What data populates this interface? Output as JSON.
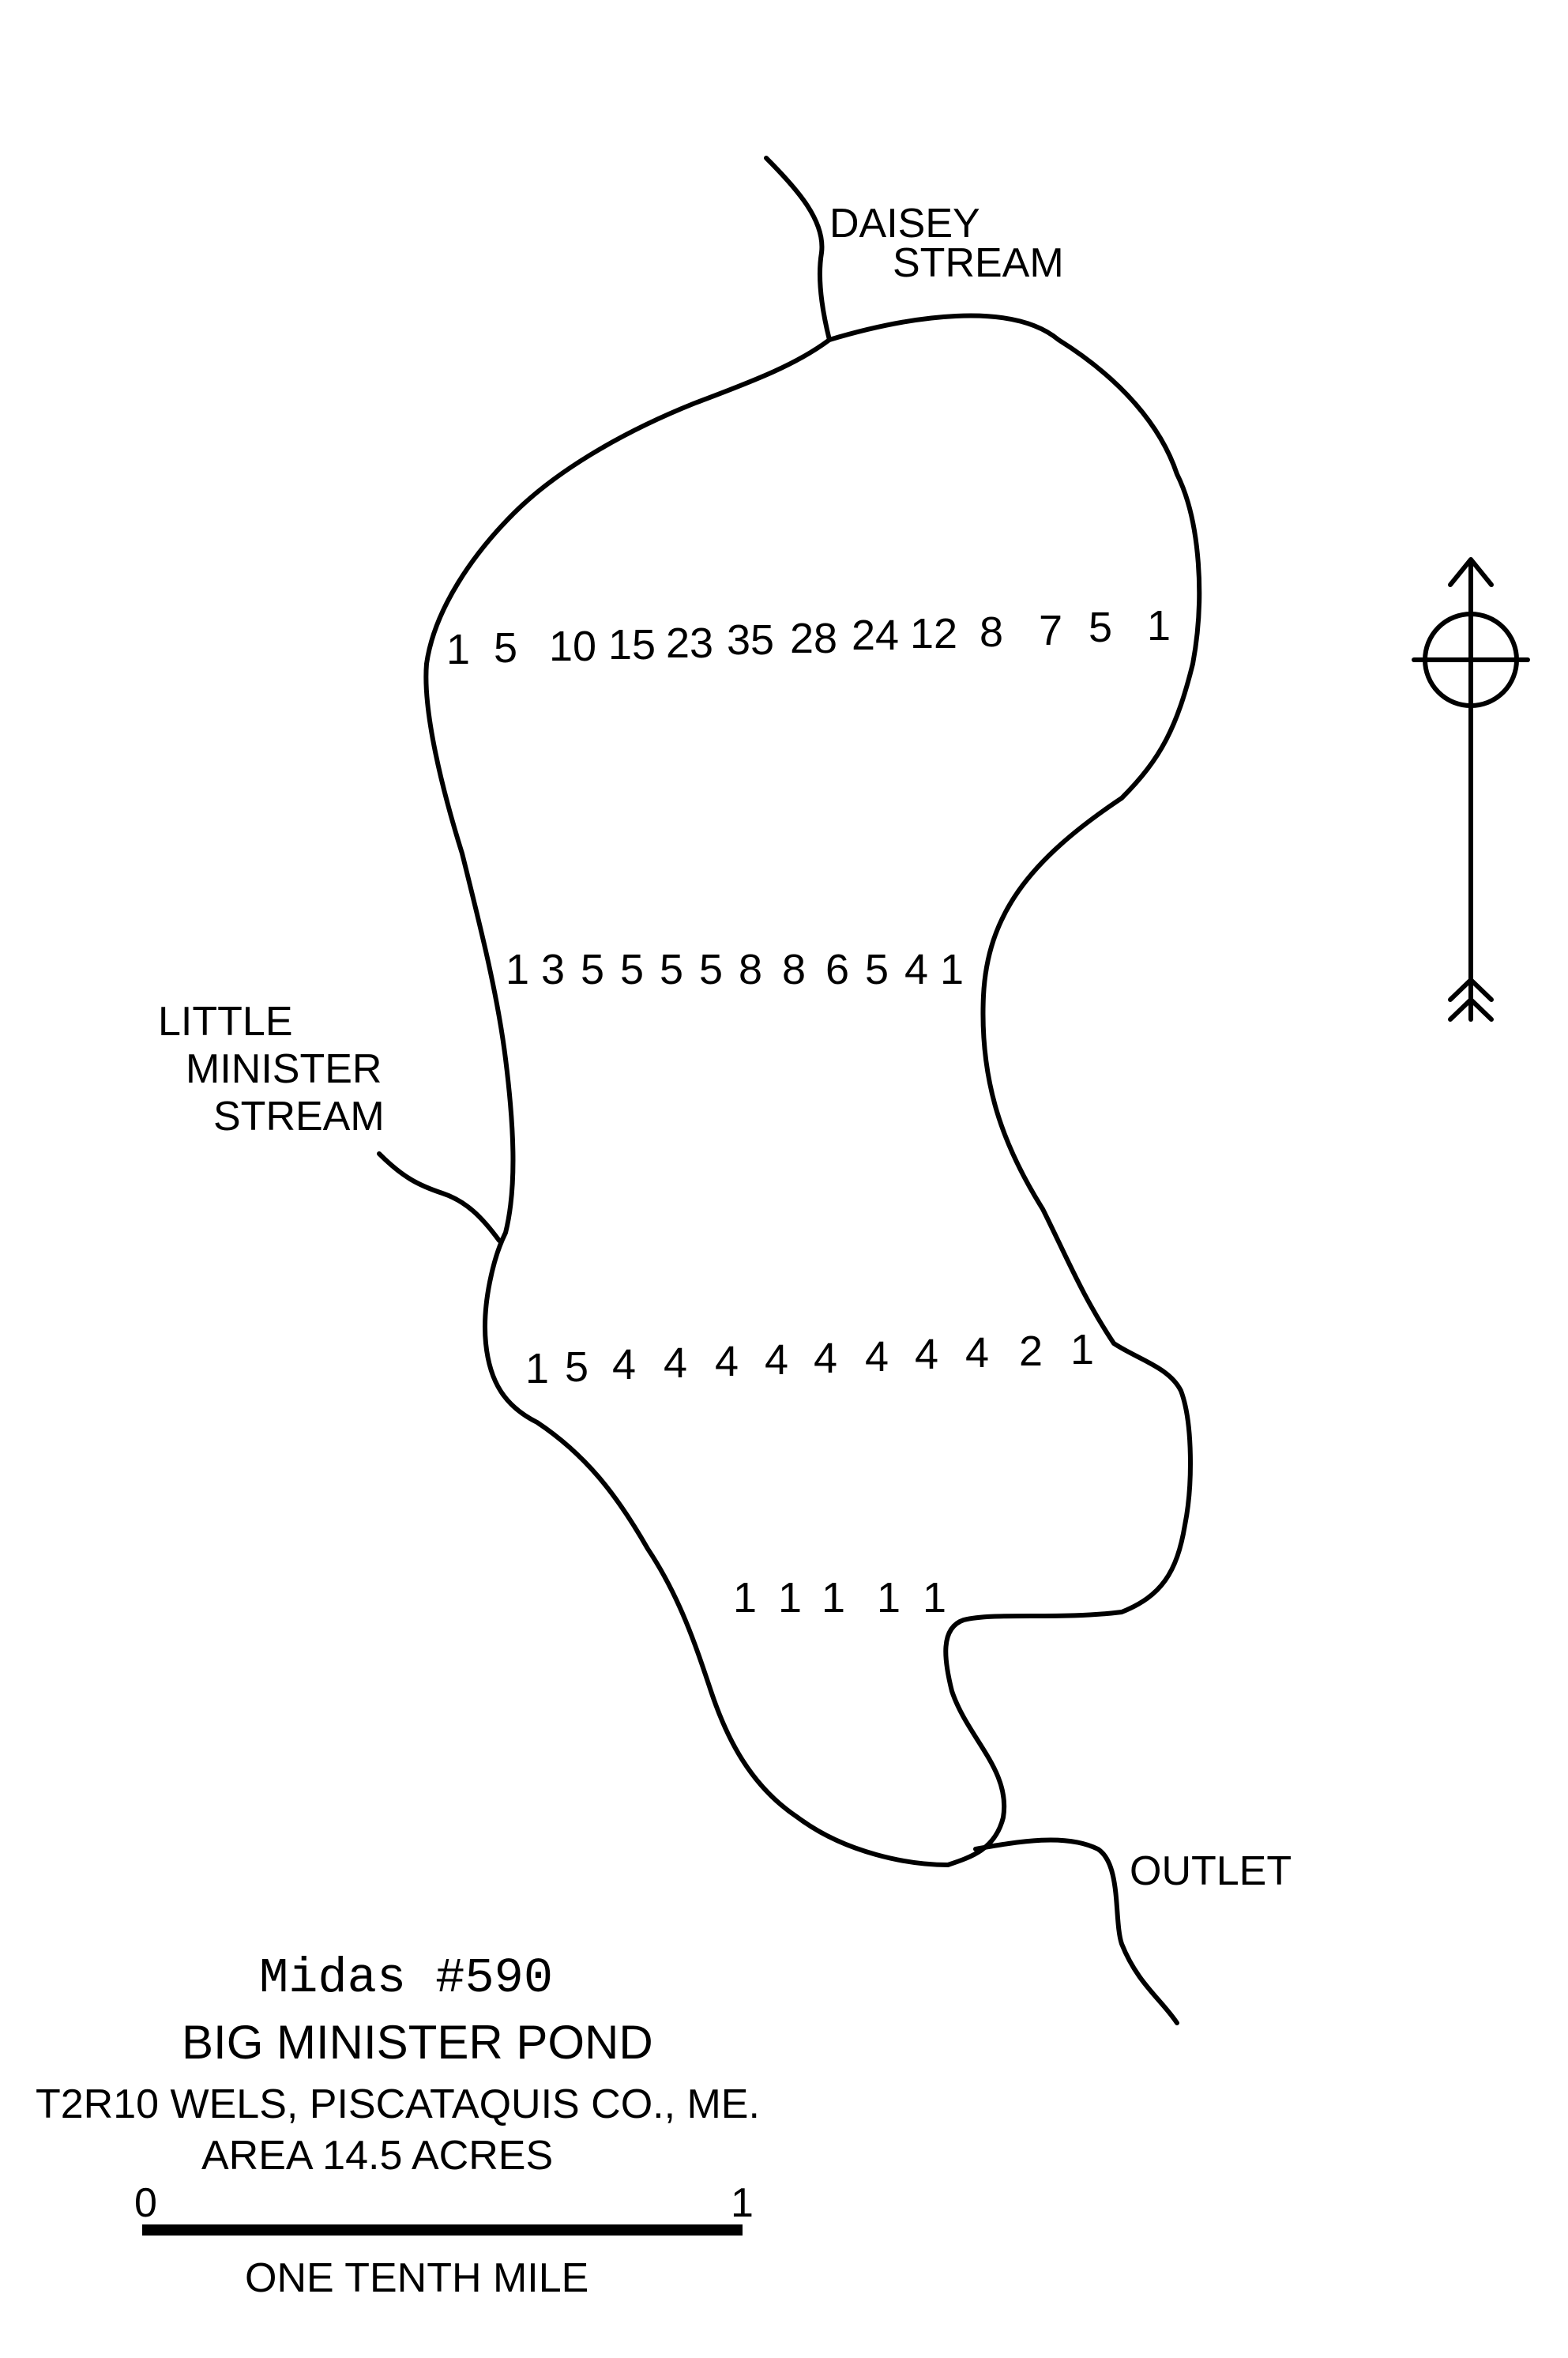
{
  "labels": {
    "daisey_stream": [
      "DAISEY",
      "STREAM"
    ],
    "little_minister_stream": [
      "LITTLE",
      "MINISTER",
      "STREAM"
    ],
    "outlet": "OUTLET"
  },
  "depth_transects": [
    [
      "1",
      "5",
      "10",
      "15",
      "23",
      "35",
      "28",
      "24",
      "12",
      "8",
      "7",
      "5",
      "1"
    ],
    [
      "1",
      "3",
      "5",
      "5",
      "5",
      "5",
      "8",
      "8",
      "6",
      "5",
      "4",
      "1"
    ],
    [
      "1",
      "5",
      "4",
      "4",
      "4",
      "4",
      "4",
      "4",
      "4",
      "4",
      "2",
      "1"
    ],
    [
      "1",
      "1",
      "1",
      "1",
      "1"
    ]
  ],
  "info": {
    "midas": "Midas #590",
    "name": "BIG MINISTER POND",
    "location": "T2R10 WELS,  PISCATAQUIS  CO., ME.",
    "area": "AREA    14.5   ACRES"
  },
  "scale": {
    "start_label": "0",
    "end_label": "1",
    "caption": "ONE TENTH MILE"
  },
  "north_arrow": {
    "icon": "north-arrow-icon"
  }
}
